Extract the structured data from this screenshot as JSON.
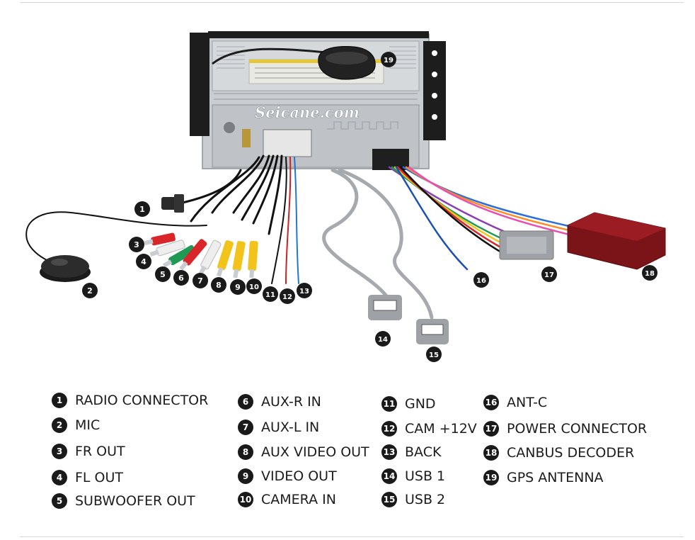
{
  "brand_watermark": "Seicane.com",
  "legend": [
    {
      "num": "1",
      "label": "RADIO CONNECTOR"
    },
    {
      "num": "2",
      "label": "MIC"
    },
    {
      "num": "3",
      "label": "FR OUT"
    },
    {
      "num": "4",
      "label": "FL OUT"
    },
    {
      "num": "5",
      "label": "SUBWOOFER OUT"
    },
    {
      "num": "6",
      "label": "AUX-R IN"
    },
    {
      "num": "7",
      "label": "AUX-L IN"
    },
    {
      "num": "8",
      "label": "AUX VIDEO OUT"
    },
    {
      "num": "9",
      "label": "VIDEO OUT"
    },
    {
      "num": "10",
      "label": "CAMERA IN"
    },
    {
      "num": "11",
      "label": "GND"
    },
    {
      "num": "12",
      "label": "CAM +12V"
    },
    {
      "num": "13",
      "label": "BACK"
    },
    {
      "num": "14",
      "label": "USB 1"
    },
    {
      "num": "15",
      "label": "USB 2"
    },
    {
      "num": "16",
      "label": "ANT-C"
    },
    {
      "num": "17",
      "label": "POWER CONNECTOR"
    },
    {
      "num": "18",
      "label": "CANBUS DECODER"
    },
    {
      "num": "19",
      "label": "GPS ANTENNA"
    }
  ],
  "colors": {
    "badge": "#1a1a1a",
    "unit_body": "#c9cdd1",
    "canbus_box": "#7a1418",
    "usb_cable": "#a6a9ad",
    "rca_red": "#d8262b",
    "rca_white": "#eeeeee",
    "rca_yellow": "#f2c31b",
    "rca_green": "#1f9a55"
  }
}
